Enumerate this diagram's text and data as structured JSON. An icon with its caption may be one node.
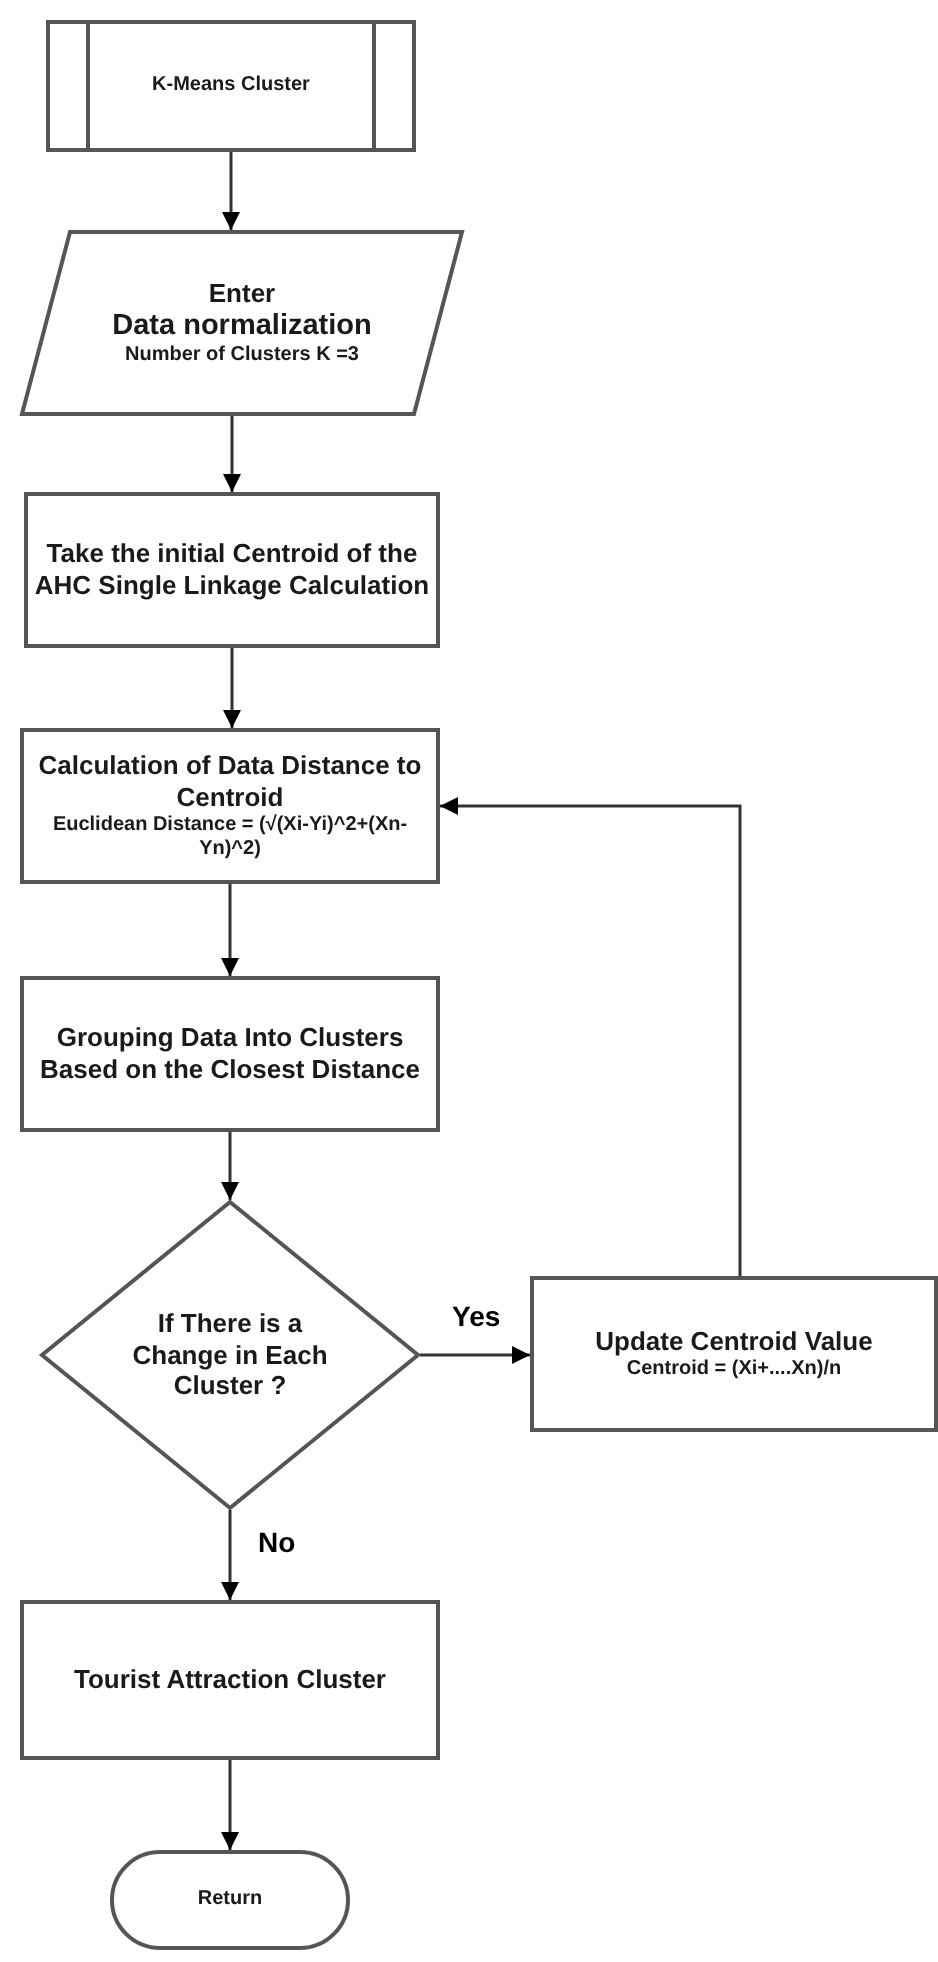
{
  "diagram": {
    "nodes": [
      {
        "text": [
          "K-Means Cluster"
        ]
      },
      {
        "text": [
          "Enter",
          "Data normalization",
          "Number of Clusters K =3"
        ]
      },
      {
        "text": [
          "Take the initial Centroid of the AHC Single Linkage Calculation"
        ]
      },
      {
        "text": [
          "Calculation of Data Distance to Centroid",
          "Euclidean Distance = (√(Xi-Yi)^2+(Xn-Yn)^2)"
        ]
      },
      {
        "text": [
          "Grouping Data Into Clusters Based on the Closest Distance"
        ]
      },
      {
        "text": [
          "If There is a Change in Each Cluster ?"
        ]
      },
      {
        "text": [
          "Update Centroid Value",
          "Centroid = (Xi+....Xn)/n"
        ]
      },
      {
        "text": [
          "Tourist Attraction Cluster"
        ]
      },
      {
        "text": [
          "Return"
        ]
      }
    ],
    "edges": [
      {
        "from": 0,
        "to": 1,
        "arrow": "to"
      },
      {
        "from": 1,
        "to": 2,
        "arrow": "to"
      },
      {
        "from": 2,
        "to": 3,
        "arrow": "to"
      },
      {
        "from": 3,
        "to": 4,
        "arrow": "to"
      },
      {
        "from": 4,
        "to": 5,
        "arrow": "to"
      },
      {
        "from": 5,
        "to": 6,
        "label": "Yes",
        "arrow": "to"
      },
      {
        "from": 6,
        "to": 3,
        "arrow": "to"
      },
      {
        "from": 5,
        "to": 7,
        "label": "No",
        "arrow": "to"
      },
      {
        "from": 7,
        "to": 8,
        "arrow": "to"
      }
    ]
  }
}
